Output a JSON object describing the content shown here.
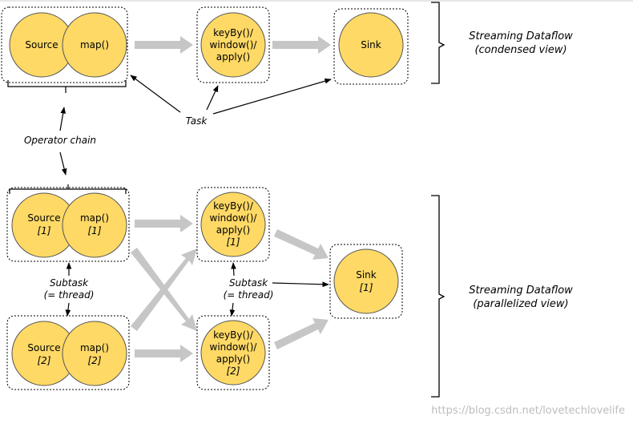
{
  "colors": {
    "node_fill": "#fed966",
    "node_stroke": "#555555",
    "flow_arrow": "#c6c6c6",
    "annotation": "#000000"
  },
  "condensed": {
    "source": "Source",
    "map": "map()",
    "keyby": [
      "keyBy()/",
      "window()/",
      "apply()"
    ],
    "sink": "Sink"
  },
  "parallel": {
    "source1": [
      "Source",
      "[1]"
    ],
    "map1": [
      "map()",
      "[1]"
    ],
    "keyby1": [
      "keyBy()/",
      "window()/",
      "apply()",
      "[1]"
    ],
    "sink1": [
      "Sink",
      "[1]"
    ],
    "source2": [
      "Source",
      "[2]"
    ],
    "map2": [
      "map()",
      "[2]"
    ],
    "keyby2": [
      "keyBy()/",
      "window()/",
      "apply()",
      "[2]"
    ]
  },
  "annotations": {
    "task": "Task",
    "operator_chain": "Operator chain",
    "subtask_left": [
      "Subtask",
      "(= thread)"
    ],
    "subtask_mid": [
      "Subtask",
      "(= thread)"
    ]
  },
  "side_labels": {
    "condensed": [
      "Streaming Dataflow",
      "(condensed view)"
    ],
    "parallel": [
      "Streaming Dataflow",
      "(parallelized view)"
    ]
  },
  "watermark": "https://blog.csdn.net/lovetechlovelife"
}
